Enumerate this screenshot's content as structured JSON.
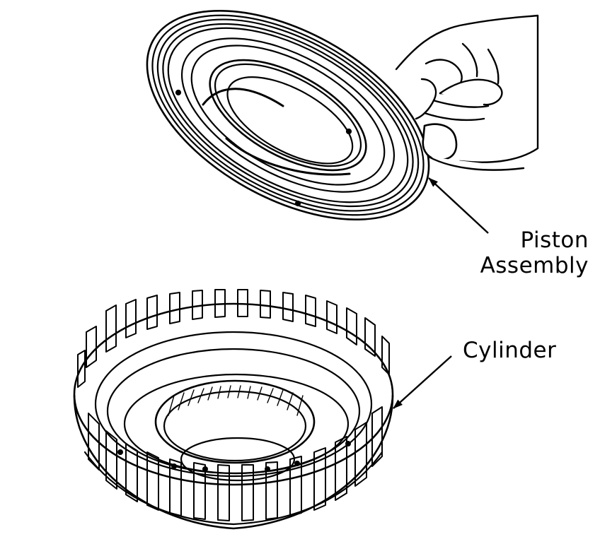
{
  "labels": {
    "piston_assembly_line1": "Piston",
    "piston_assembly_line2": "Assembly",
    "cylinder": "Cylinder"
  },
  "colors": {
    "ink": "#000000",
    "paper": "#ffffff"
  }
}
